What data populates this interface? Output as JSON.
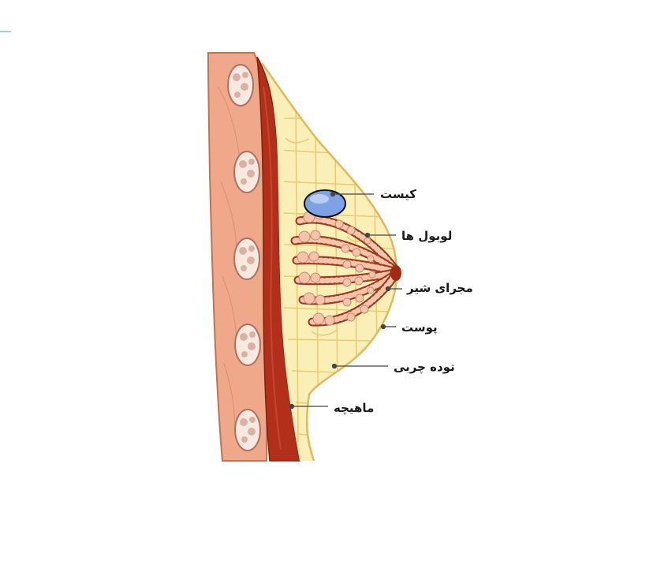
{
  "labels": {
    "cyst": "کیست",
    "lobules": "لوبول ها",
    "milk_duct": "مجرای شیر",
    "skin": "پوست",
    "fat_tissue": "توده چربی",
    "muscle": "ماهیچه"
  },
  "colors": {
    "chest_wall": "#f0a88a",
    "chest_wall_border": "#c9704f",
    "muscle": "#b2301a",
    "fat": "#fbefb8",
    "fat_lines": "#e8cc74",
    "lobule": "#f3c3aa",
    "lobule_dark": "#9a3a22",
    "cyst": "#7fa2e6",
    "nipple": "#a12a14",
    "leader_line": "#444444",
    "rib_fill": "#f7e8e0",
    "rib_border": "#b07060"
  }
}
